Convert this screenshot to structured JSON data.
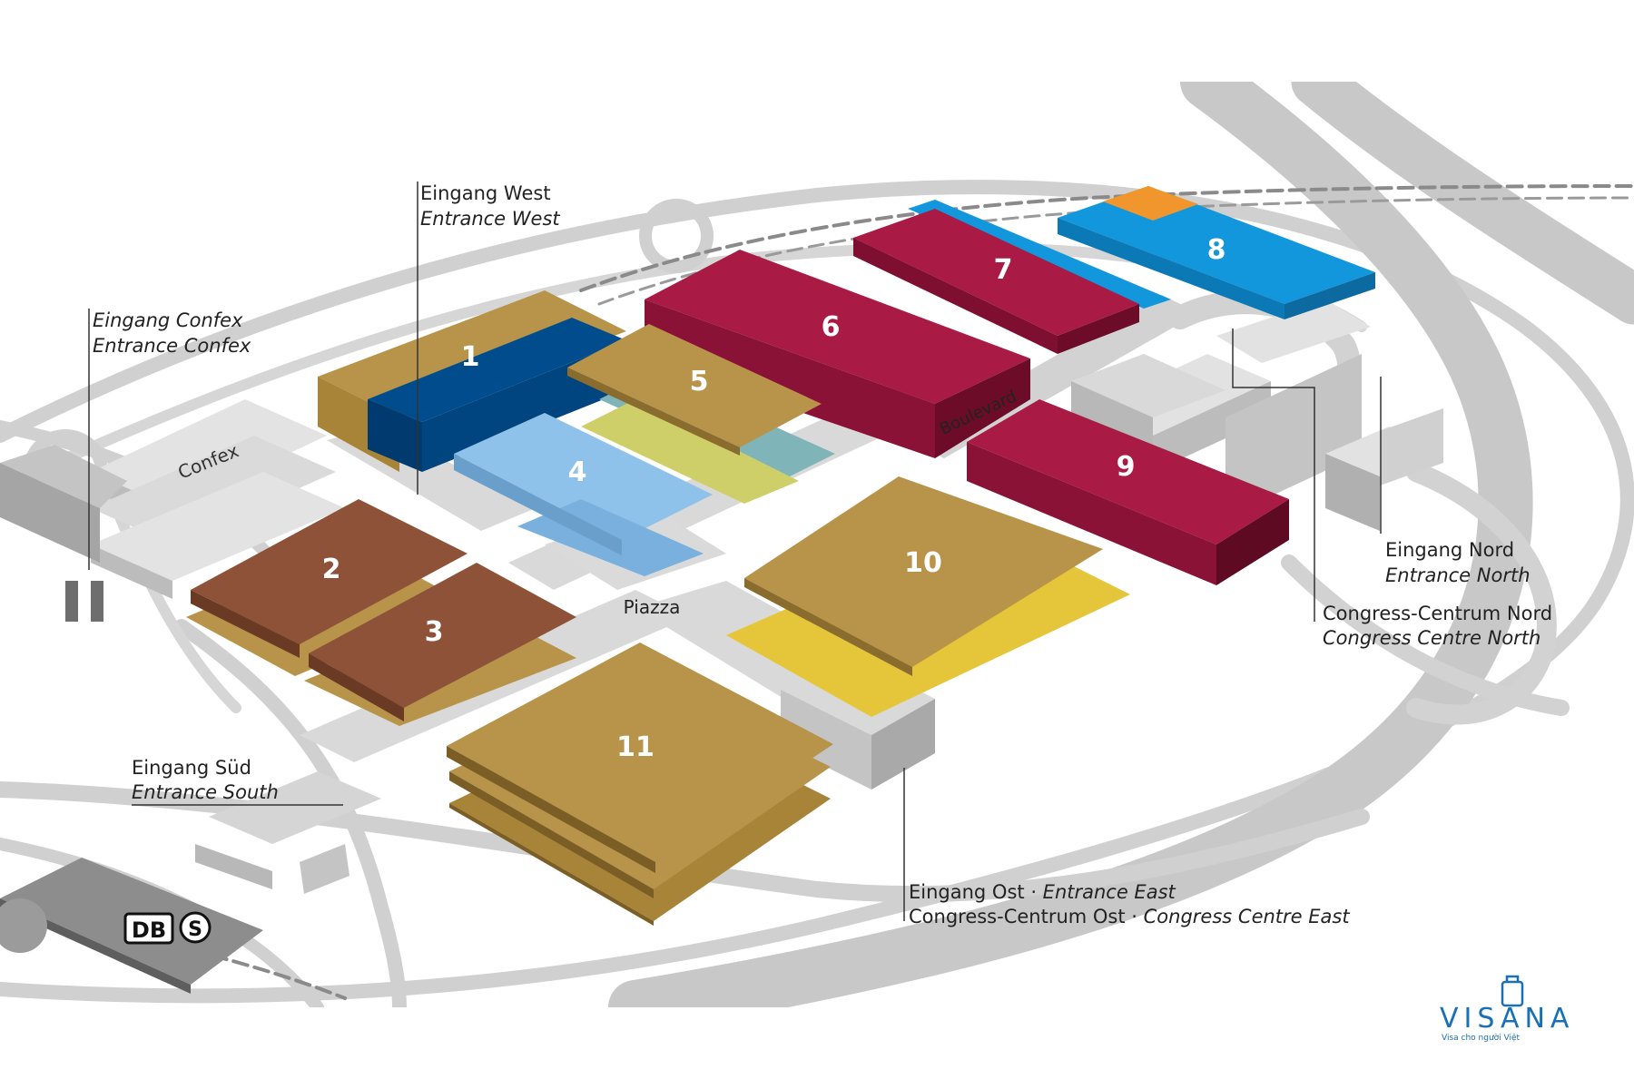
{
  "colors": {
    "road": "#c9c9c9",
    "road_light": "#e0e0e0",
    "building": "#dedede",
    "building_side": "#b5b5b5",
    "rail": "#8a8a8a",
    "hall_gold": "#b8944a",
    "hall_brown": "#8e5238",
    "hall_red": "#a91a45",
    "hall_darkblue": "#004c8c",
    "hall_lightblue": "#8fc2ea",
    "hall_blue": "#1297dd",
    "hall_yellow": "#e5c63b",
    "accent_orange": "#f0962c",
    "brand": "#1a6fb5"
  },
  "halls": {
    "h1": "1",
    "h2": "2",
    "h3": "3",
    "h4": "4",
    "h5": "5",
    "h6": "6",
    "h7": "7",
    "h8": "8",
    "h9": "9",
    "h10": "10",
    "h11": "11"
  },
  "places": {
    "confex": "Confex",
    "piazza": "Piazza",
    "boulevard": "Boulevard"
  },
  "entrances": {
    "west_de": "Eingang West",
    "west_en": "Entrance West",
    "confex_de": "Eingang Confex",
    "confex_en": "Entrance Confex",
    "south_de": "Eingang Süd",
    "south_en": "Entrance South",
    "north_de": "Eingang Nord",
    "north_en": "Entrance North",
    "ccn_de": "Congress-Centrum Nord",
    "ccn_en": "Congress Centre North",
    "east_de": "Eingang Ost",
    "east_sep": " · ",
    "east_en": "Entrance East",
    "cco_de": "Congress-Centrum Ost",
    "cco_sep": " · ",
    "cco_en": "Congress Centre East"
  },
  "station": {
    "db": "DB",
    "s": "S"
  },
  "brand": {
    "name": "VISANA",
    "tagline": "Visa cho người Việt"
  }
}
